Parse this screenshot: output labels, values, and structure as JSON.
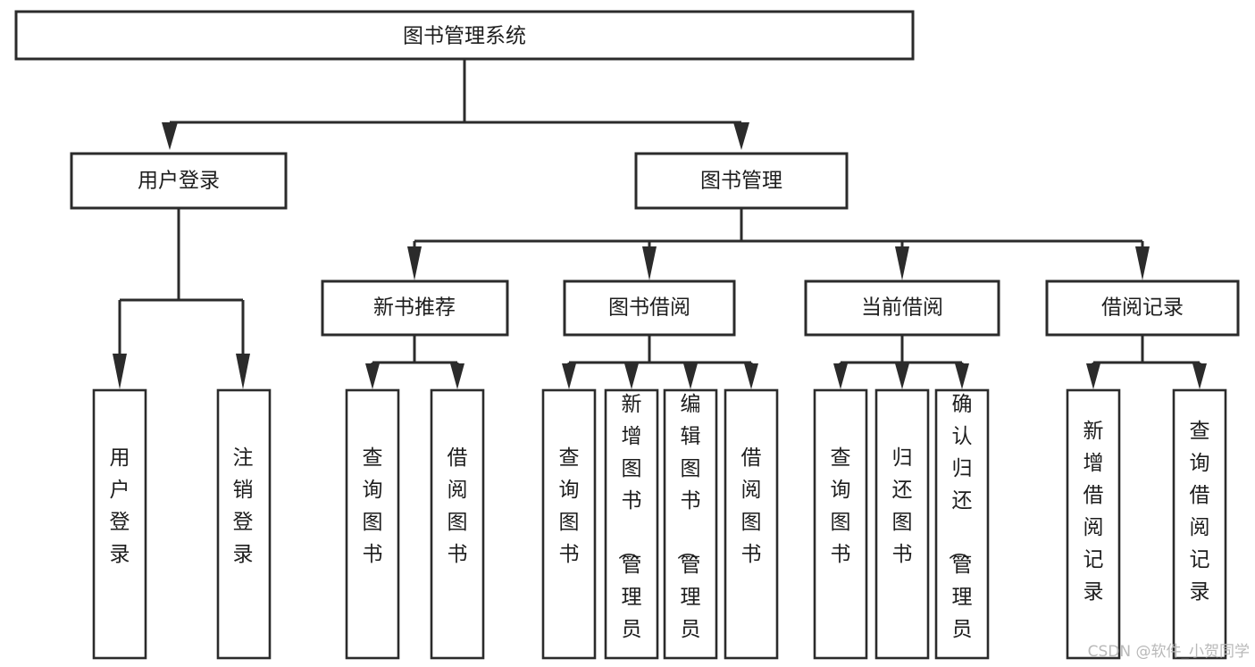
{
  "diagram": {
    "title": "图书管理系统",
    "type": "tree-hierarchy-diagram",
    "orientation": "top-down",
    "colors": {
      "box_fill": "#ffffff",
      "box_stroke": "#2b2b2b",
      "text": "#1d1d1d",
      "background": "#ffffff",
      "watermark": "#b9b9b9"
    },
    "root": {
      "label": "图书管理系统"
    },
    "level2": [
      {
        "label": "用户登录"
      },
      {
        "label": "图书管理"
      }
    ],
    "level3": [
      {
        "label": "新书推荐"
      },
      {
        "label": "图书借阅"
      },
      {
        "label": "当前借阅"
      },
      {
        "label": "借阅记录"
      }
    ],
    "leaves": {
      "user_login": [
        {
          "label": "用户登录"
        },
        {
          "label": "注销登录"
        }
      ],
      "new_book_recommend": [
        {
          "label": "查询图书"
        },
        {
          "label": "借阅图书"
        }
      ],
      "book_borrow": [
        {
          "label": "查询图书"
        },
        {
          "label": "新增图书（管理员）"
        },
        {
          "label": "编辑图书（管理员）"
        },
        {
          "label": "借阅图书"
        }
      ],
      "current_borrow": [
        {
          "label": "查询图书"
        },
        {
          "label": "归还图书"
        },
        {
          "label": "确认归还（管理员）"
        }
      ],
      "borrow_records": [
        {
          "label": "新增借阅记录"
        },
        {
          "label": "查询借阅记录"
        }
      ]
    }
  },
  "watermark": {
    "text": "CSDN @软件_小贺同学"
  }
}
